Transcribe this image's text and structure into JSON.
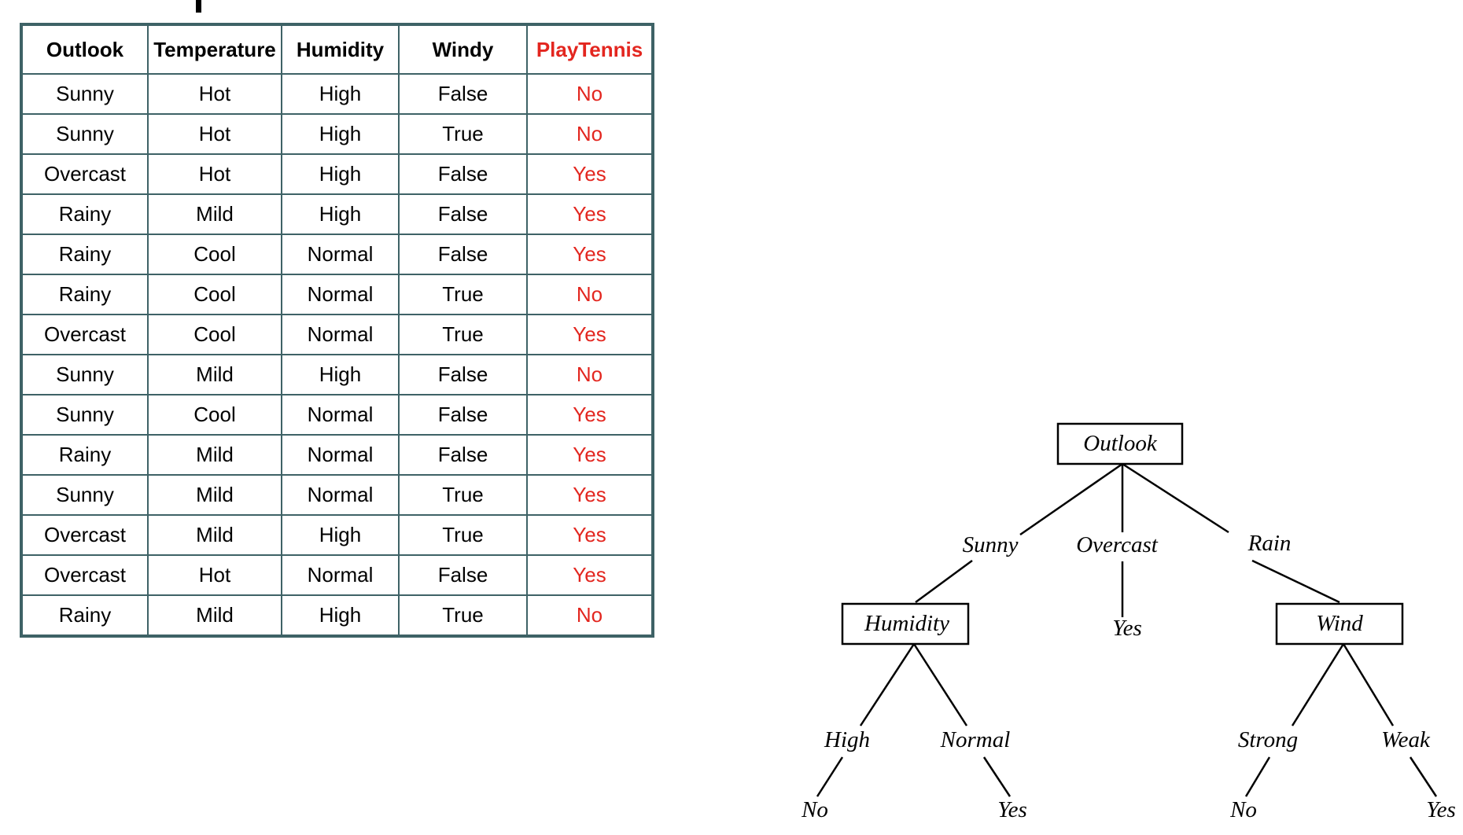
{
  "table": {
    "headers": [
      "Outlook",
      "Temperature",
      "Humidity",
      "Windy",
      "PlayTennis"
    ],
    "rows": [
      [
        "Sunny",
        "Hot",
        "High",
        "False",
        "No"
      ],
      [
        "Sunny",
        "Hot",
        "High",
        "True",
        "No"
      ],
      [
        "Overcast",
        "Hot",
        "High",
        "False",
        "Yes"
      ],
      [
        "Rainy",
        "Mild",
        "High",
        "False",
        "Yes"
      ],
      [
        "Rainy",
        "Cool",
        "Normal",
        "False",
        "Yes"
      ],
      [
        "Rainy",
        "Cool",
        "Normal",
        "True",
        "No"
      ],
      [
        "Overcast",
        "Cool",
        "Normal",
        "True",
        "Yes"
      ],
      [
        "Sunny",
        "Mild",
        "High",
        "False",
        "No"
      ],
      [
        "Sunny",
        "Cool",
        "Normal",
        "False",
        "Yes"
      ],
      [
        "Rainy",
        "Mild",
        "Normal",
        "False",
        "Yes"
      ],
      [
        "Sunny",
        "Mild",
        "Normal",
        "True",
        "Yes"
      ],
      [
        "Overcast",
        "Mild",
        "High",
        "True",
        "Yes"
      ],
      [
        "Overcast",
        "Hot",
        "Normal",
        "False",
        "Yes"
      ],
      [
        "Rainy",
        "Mild",
        "High",
        "True",
        "No"
      ]
    ],
    "target_color": "#e3261f",
    "border_color": "#3e6266"
  },
  "tree": {
    "root": "Outlook",
    "branches": {
      "sunny": "Sunny",
      "overcast": "Overcast",
      "rain": "Rain"
    },
    "humidity_node": "Humidity",
    "wind_node": "Wind",
    "overcast_leaf": "Yes",
    "humidity_branches": {
      "high": "High",
      "normal": "Normal"
    },
    "humidity_leaves": {
      "high": "No",
      "normal": "Yes"
    },
    "wind_branches": {
      "strong": "Strong",
      "weak": "Weak"
    },
    "wind_leaves": {
      "strong": "No",
      "weak": "Yes"
    }
  }
}
